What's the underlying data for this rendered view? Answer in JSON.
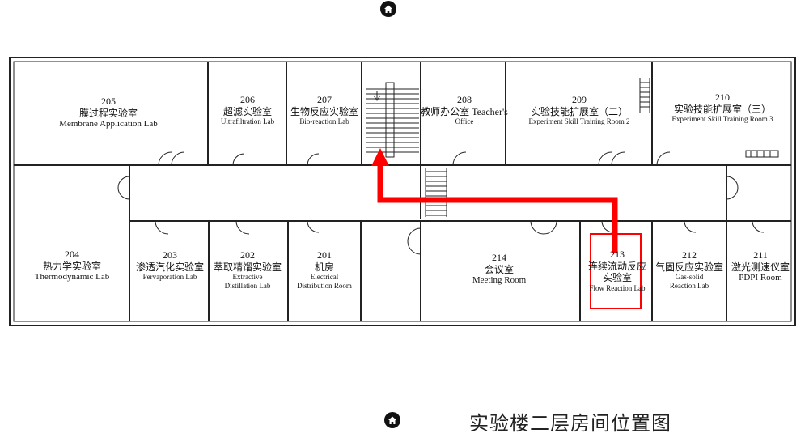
{
  "caption": "实验楼二层房间位置图",
  "colors": {
    "route": "#ff0000",
    "highlight": "#ff0000",
    "wall": "#222222"
  },
  "icons": {
    "top": "home-icon",
    "bottom": "home-icon"
  },
  "rooms": {
    "r205": {
      "num": "205",
      "cn": "膜过程实验室",
      "en": "Membrane Application Lab"
    },
    "r206": {
      "num": "206",
      "cn": "超滤实验室",
      "en": "Ultrafiltration Lab"
    },
    "r207": {
      "num": "207",
      "cn": "生物反应实验室",
      "en": "Bio-reaction Lab"
    },
    "r208": {
      "num": "208",
      "cn": "教师办公室 Teacher's",
      "en": "Office"
    },
    "r209": {
      "num": "209",
      "cn": "实验技能扩展室（二）",
      "en": "Experiment Skill Training Room 2"
    },
    "r210": {
      "num": "210",
      "cn": "实验技能扩展室（三）",
      "en": "Experiment Skill Training Room 3"
    },
    "r204": {
      "num": "204",
      "cn": "热力学实验室",
      "en": "Thermodynamic Lab"
    },
    "r203": {
      "num": "203",
      "cn": "渗透汽化实验室",
      "en": "Pervaporation Lab"
    },
    "r202": {
      "num": "202",
      "cn": "萃取精馏实验室",
      "en": "Extractive",
      "en2": "Distillation Lab"
    },
    "r201": {
      "num": "201",
      "cn": "机房",
      "en": "Electrical",
      "en2": "Distribution Room"
    },
    "r214": {
      "num": "214",
      "cn": "会议室",
      "en": "Meeting Room"
    },
    "r213": {
      "num": "213",
      "cn": "连续流动反应",
      "en": "实验室",
      "en2": "Flow Reaction Lab"
    },
    "r212": {
      "num": "212",
      "cn": "气固反应实验室",
      "en": "Gas-solid",
      "en2": "Reaction Lab"
    },
    "r211": {
      "num": "211",
      "cn": "激光测速仪室",
      "en": "PDPI Room"
    }
  }
}
